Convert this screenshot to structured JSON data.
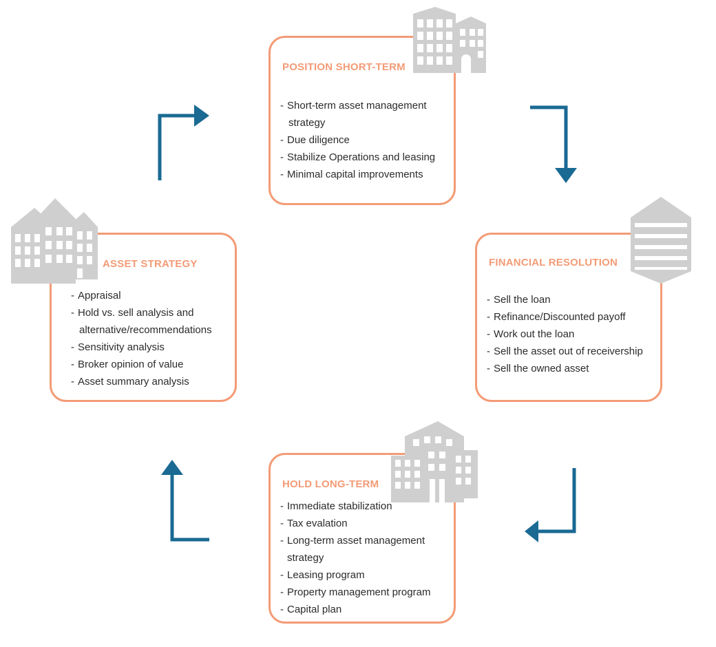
{
  "colors": {
    "accent": "#f39b76",
    "arrow": "#1a6a93",
    "building": "#cfcfcf",
    "text": "#2b2b2b"
  },
  "cards": {
    "position_short_term": {
      "title": "POSITION SHORT-TERM",
      "items": [
        "Short-term asset management",
        "strategy",
        "Due diligence",
        "Stabilize Operations and leasing",
        "Minimal capital improvements"
      ]
    },
    "financial_resolution": {
      "title": "FINANCIAL RESOLUTION",
      "items": [
        "Sell the loan",
        "Refinance/Discounted payoff",
        "Work out the loan",
        "Sell the asset out of receivership",
        "Sell the owned asset"
      ]
    },
    "hold_long_term": {
      "title": "HOLD LONG-TERM",
      "items": [
        "Immediate stabilization",
        "Tax evalation",
        "Long-term asset management",
        "strategy",
        "Leasing program",
        "Property management program",
        "Capital plan"
      ]
    },
    "asset_strategy": {
      "title": "ASSET STRATEGY",
      "items": [
        "Appraisal",
        "Hold vs. sell analysis and",
        "alternative/recommendations",
        "Sensitivity analysis",
        "Broker opinion of value",
        "Asset summary analysis"
      ]
    }
  },
  "icons": [
    "office-building-icon",
    "tower-building-icon",
    "apartment-building-icon",
    "gabled-house-icon"
  ]
}
